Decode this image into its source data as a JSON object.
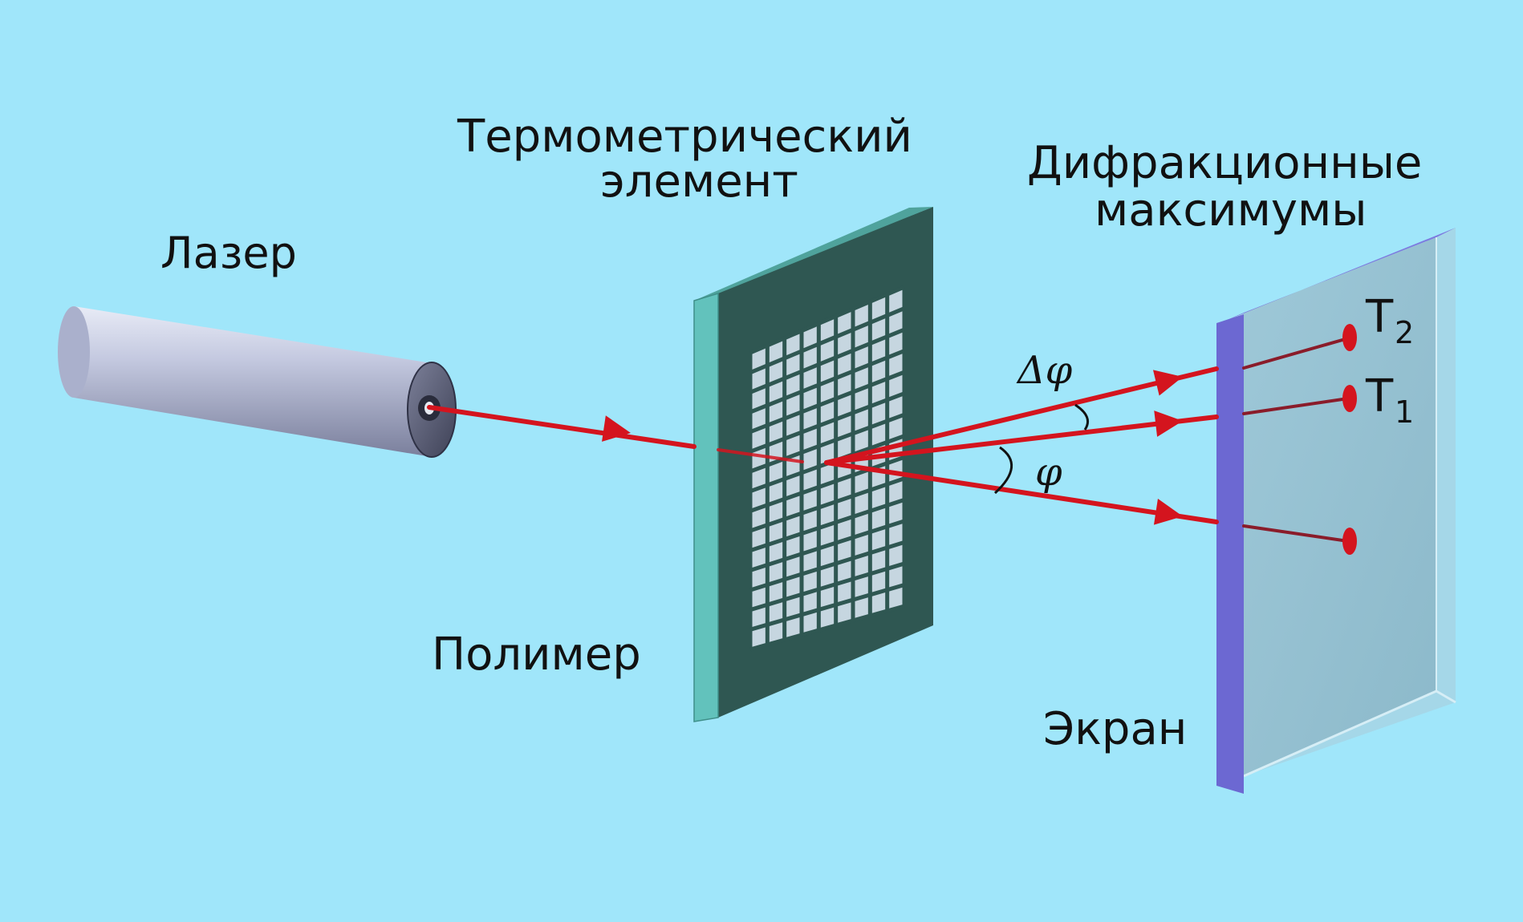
{
  "labels": {
    "laser": "Лазер",
    "thermo_line1": "Термометрический",
    "thermo_line2": "элемент",
    "diffraction_line1": "Дифракционные",
    "diffraction_line2": "максимумы",
    "polymer": "Полимер",
    "screen": "Экран",
    "delta_phi": "Δφ",
    "phi": "φ",
    "t2": "T",
    "t2_sub": "2",
    "t1": "T",
    "t1_sub": "1"
  },
  "colors": {
    "background": "#a0e6fa",
    "beam": "#d4141e",
    "polymer_face": "#2f5752",
    "polymer_edge": "#62c2bc",
    "screen_edge": "#6c68d2",
    "screen_face": "#94bfd0",
    "laser_body": "#b0b7d2"
  }
}
